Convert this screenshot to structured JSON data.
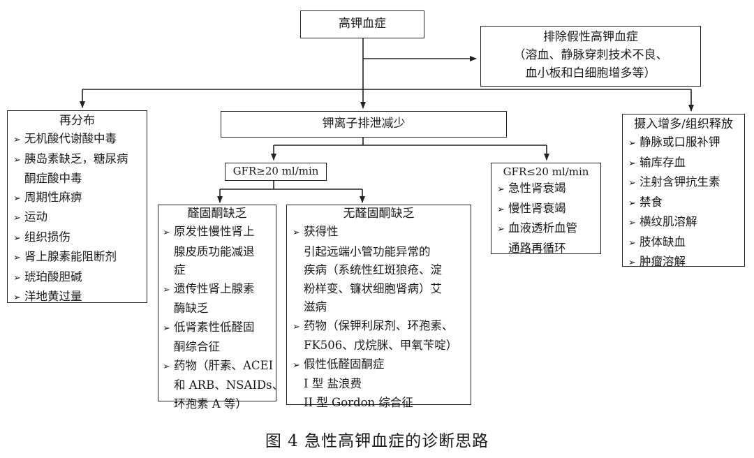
{
  "root": {
    "title": "高钾血症"
  },
  "exclude": {
    "title": "排除假性高钾血症",
    "lines": [
      "（溶血、静脉穿刺技术不良、",
      "血小板和白细胞增多等）"
    ]
  },
  "redistribution": {
    "title": "再分布",
    "items": [
      "无机酸代谢酸中毒",
      "胰岛素缺乏，糖尿病",
      "酮症酸中毒",
      "周期性麻痹",
      "运动",
      "组织损伤",
      "肾上腺素能阻断剂",
      "琥珀酸胆碱",
      "洋地黄过量"
    ],
    "continuation_index": 2
  },
  "excretion": {
    "title": "钾离子排泄减少"
  },
  "intake": {
    "title": "摄入增多/组织释放",
    "items": [
      "静脉或口服补钾",
      "输库存血",
      "注射含钾抗生素",
      "禁食",
      "横纹肌溶解",
      "肢体缺血",
      "肿瘤溶解"
    ]
  },
  "gfr_high": {
    "label": "GFR≥20 ml/min"
  },
  "gfr_low": {
    "label": "GFR≤20 ml/min",
    "items": [
      "急性肾衰竭",
      "慢性肾衰竭",
      "血液透析血管",
      "通路再循环"
    ],
    "continuation_index": 3
  },
  "aldo_def": {
    "title": "醛固酮缺乏",
    "lines": [
      {
        "t": "原发性慢性肾上",
        "b": true
      },
      {
        "t": "腺皮质功能减退",
        "b": false
      },
      {
        "t": "症",
        "b": false
      },
      {
        "t": "遗传性肾上腺素",
        "b": true
      },
      {
        "t": "酶缺乏",
        "b": false
      },
      {
        "t": "低肾素性低醛固",
        "b": true
      },
      {
        "t": "酮综合征",
        "b": false
      },
      {
        "t": "药物（肝素、ACEI",
        "b": true
      },
      {
        "t": "和 ARB、NSAIDs、",
        "b": false
      },
      {
        "t": "环孢素 A 等）",
        "b": false
      }
    ]
  },
  "no_aldo_def": {
    "title": "无醛固酮缺乏",
    "lines": [
      {
        "t": "获得性",
        "b": true
      },
      {
        "t": "引起远端小管功能异常的",
        "b": false
      },
      {
        "t": "疾病（系统性红斑狼疮、淀",
        "b": false
      },
      {
        "t": "粉样变、镰状细胞肾病）艾",
        "b": false
      },
      {
        "t": "滋病",
        "b": false
      },
      {
        "t": "药物（保钾利尿剂、环孢素、",
        "b": true
      },
      {
        "t": "FK506、戊烷脒、甲氧苄啶）",
        "b": false
      },
      {
        "t": "假性低醛固酮症",
        "b": true
      },
      {
        "t": "I 型  盐浪费",
        "b": false
      },
      {
        "t": "II 型  Gordon 综合征",
        "b": false
      }
    ]
  },
  "bullet_glyph": "➢",
  "caption": "图 4  急性高钾血症的诊断思路"
}
